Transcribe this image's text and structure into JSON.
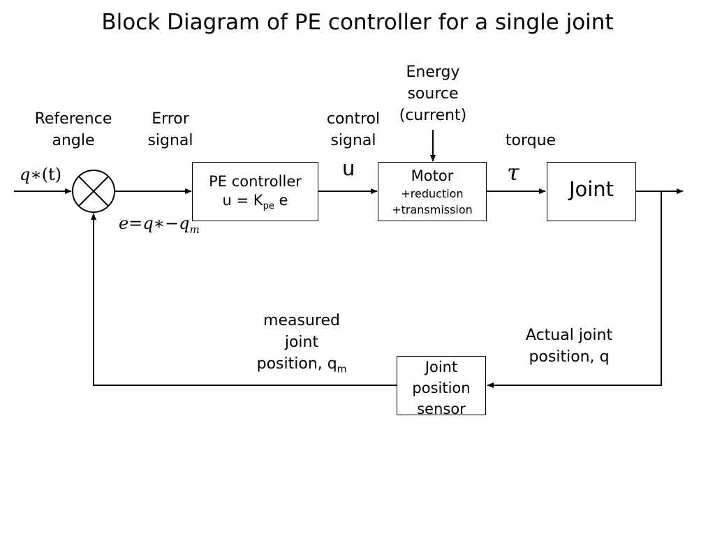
{
  "title": "Block Diagram of PE controller for a single joint",
  "labels": {
    "reference_angle": [
      "Reference",
      "angle"
    ],
    "reference_symbol": {
      "base": "q∗",
      "arg": "(t)"
    },
    "error_signal": [
      "Error",
      "signal"
    ],
    "error_equation": {
      "lhs": "e",
      "eq": "=",
      "rhs": "q∗−q",
      "sub": "m"
    },
    "control_signal": [
      "control",
      "signal"
    ],
    "control_symbol": "u",
    "energy_source": [
      "Energy",
      "source",
      "(current)"
    ],
    "torque": "torque",
    "torque_symbol": "τ",
    "measured_joint_position": {
      "line1": "measured",
      "line2": "joint",
      "line3": "position, q",
      "sub": "m"
    },
    "actual_joint_position": [
      "Actual joint",
      "position, q"
    ]
  },
  "blocks": {
    "pe_controller": {
      "line1": "PE controller",
      "line2_prefix": "u = K",
      "line2_sub": "pe",
      "line2_suffix": " e"
    },
    "motor": {
      "line1": "Motor",
      "line2": "+reduction",
      "line3": "+transmission"
    },
    "joint": {
      "label": "Joint"
    },
    "sensor": {
      "line1": "Joint",
      "line2": "position",
      "line3": "sensor"
    }
  }
}
